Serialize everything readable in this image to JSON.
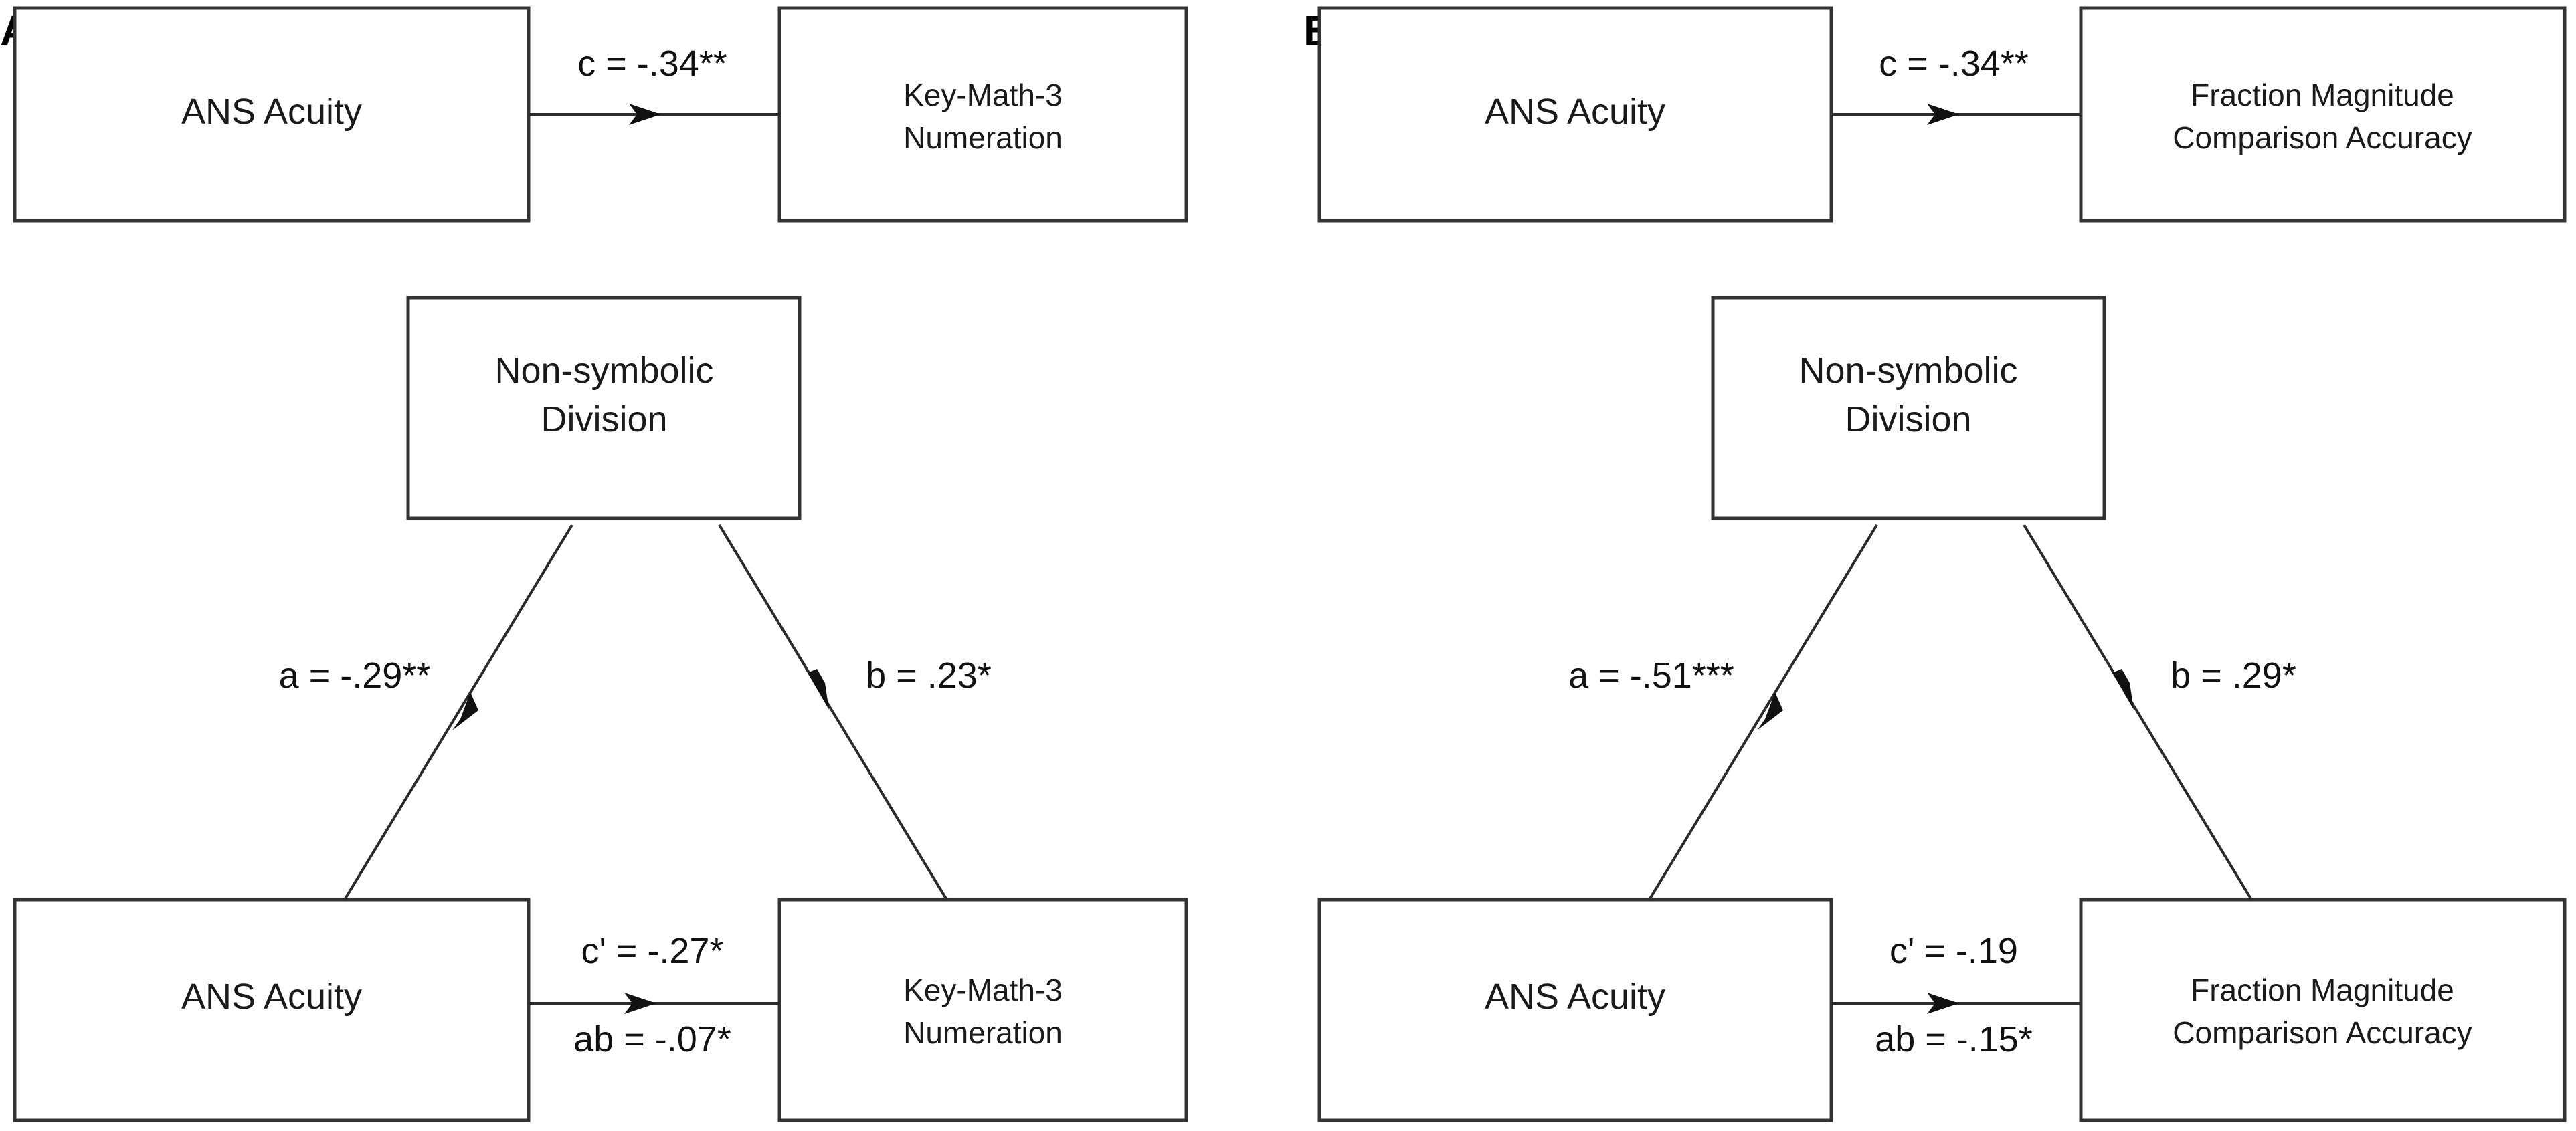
{
  "panels": [
    {
      "letter": "A",
      "top": {
        "predictor": "ANS Acuity",
        "outcome": [
          "Key-Math-3",
          "Numeration"
        ],
        "path_c": "c = -.34**"
      },
      "bottom": {
        "mediator": [
          "Non-symbolic",
          "Division"
        ],
        "predictor": "ANS Acuity",
        "outcome": [
          "Key-Math-3",
          "Numeration"
        ],
        "path_a": "a = -.29**",
        "path_b": "b = .23*",
        "path_c_prime": "c' = -.27*",
        "path_ab": "ab = -.07*"
      }
    },
    {
      "letter": "B",
      "top": {
        "predictor": "ANS Acuity",
        "outcome": [
          "Fraction Magnitude",
          "Comparison Accuracy"
        ],
        "path_c": "c = -.34**"
      },
      "bottom": {
        "mediator": [
          "Non-symbolic",
          "Division"
        ],
        "predictor": "ANS Acuity",
        "outcome": [
          "Fraction Magnitude",
          "Comparison Accuracy"
        ],
        "path_a": "a = -.51***",
        "path_b": "b = .29*",
        "path_c_prime": "c' = -.19",
        "path_ab": "ab = -.15*"
      }
    }
  ]
}
